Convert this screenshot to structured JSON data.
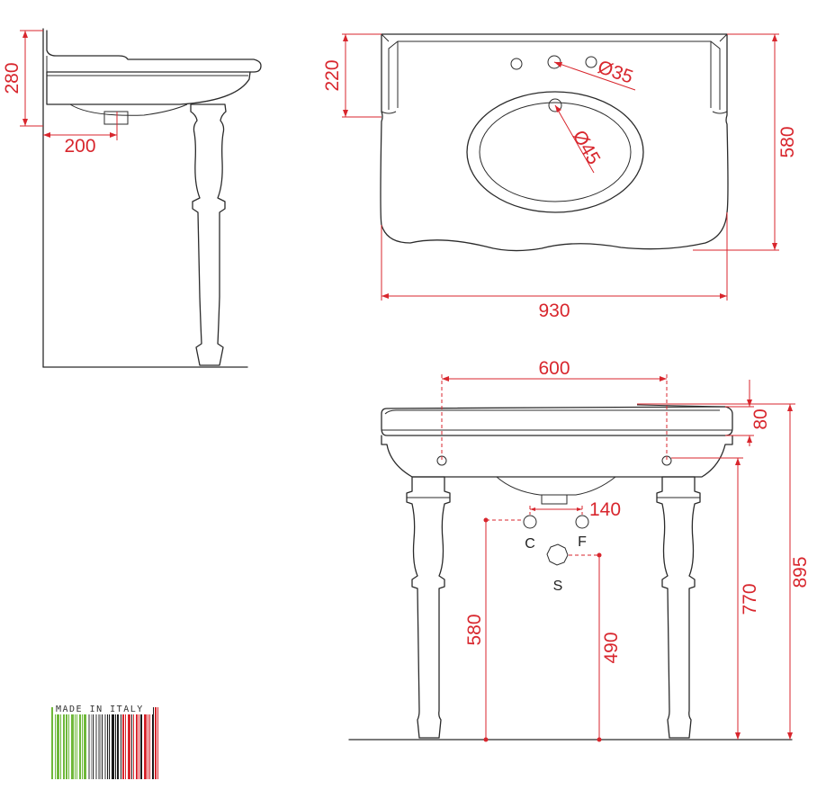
{
  "colors": {
    "dimension": "#d8262d",
    "outline": "#2b2b2b",
    "flag": [
      "#6fb83a",
      "#9a9a9a",
      "#1a1a1a",
      "#d8262d"
    ]
  },
  "side_view": {
    "height_label": "280",
    "depth_label": "200"
  },
  "top_view": {
    "depth_label": "220",
    "total_depth_label": "580",
    "width_label": "930",
    "tap_hole_label": "Ø35",
    "drain_hole_label": "Ø45"
  },
  "front_view": {
    "legs_spacing_label": "600",
    "rim_label": "80",
    "supply_spacing_label": "140",
    "hot_label": "C",
    "cold_label": "F",
    "waste_label": "S",
    "supply_height_label": "580",
    "waste_height_label": "490",
    "basin_height_label": "770",
    "total_height_label": "895"
  },
  "logo": {
    "text": "MADE IN ITALY",
    "icon": "barcode-flag-icon"
  }
}
